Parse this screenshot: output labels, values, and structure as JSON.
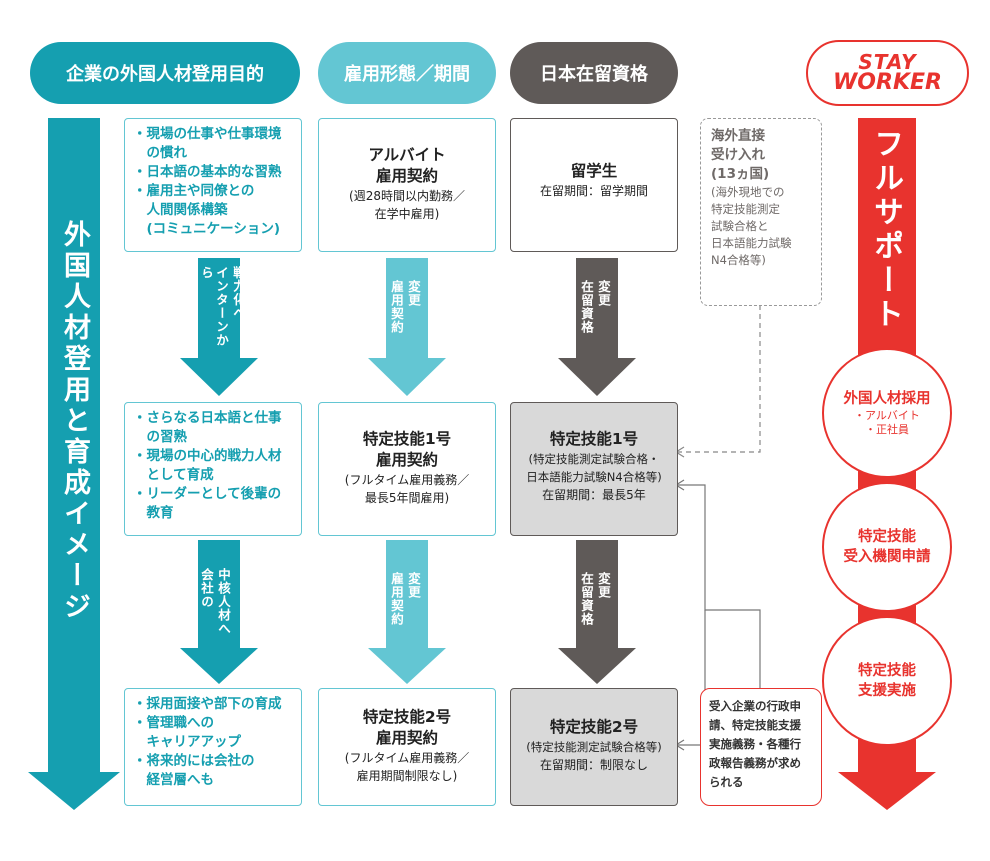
{
  "headers": {
    "purpose": "企業の外国人材登用目的",
    "employment": "雇用形態／期間",
    "visa": "日本在留資格"
  },
  "logo": {
    "line1": "STAY",
    "line2": "WORKER"
  },
  "left_arrow_text": "外国人材登用と育成イメージ",
  "right_arrow_text": "フルサポート",
  "purpose_boxes": [
    [
      "・現場の仕事や仕事環境",
      "　の慣れ",
      "・日本語の基本的な習熟",
      "・雇用主や同僚との",
      "　人間関係構築",
      "　(コミュニケーション)"
    ],
    [
      "・さらなる日本語と仕事",
      "　の習熟",
      "・現場の中心的戦力人材",
      "　として育成",
      "・リーダーとして後輩の",
      "　教育"
    ],
    [
      "・採用面接や部下の育成",
      "・管理職への",
      "　キャリアアップ",
      "・将来的には会社の",
      "　経営層へも"
    ]
  ],
  "purpose_arrows": [
    {
      "col1": "インターンから",
      "col2": "戦力化へ"
    },
    {
      "col1": "会社の",
      "col2": "中核人材へ"
    }
  ],
  "employment_boxes": [
    {
      "title1": "アルバイト",
      "title2": "雇用契約",
      "sub1": "(週28時間以内勤務／",
      "sub2": "在学中雇用)"
    },
    {
      "title1": "特定技能1号",
      "title2": "雇用契約",
      "sub1": "(フルタイム雇用義務／",
      "sub2": "最長5年間雇用)"
    },
    {
      "title1": "特定技能2号",
      "title2": "雇用契約",
      "sub1": "(フルタイム雇用義務／",
      "sub2": "雇用期間制限なし)"
    }
  ],
  "employment_arrows": [
    {
      "col1": "雇用契約",
      "col2": "変更"
    },
    {
      "col1": "雇用契約",
      "col2": "変更"
    }
  ],
  "visa_boxes": [
    {
      "title": "留学生",
      "sub1": "在留期間：留学期間",
      "sub2": ""
    },
    {
      "title": "特定技能1号",
      "sub1": "(特定技能測定試験合格・",
      "sub2": "日本語能力試験N4合格等)",
      "sub3": "在留期間：最長5年"
    },
    {
      "title": "特定技能2号",
      "sub1": "(特定技能測定試験合格等)",
      "sub2": "在留期間：制限なし"
    }
  ],
  "visa_arrows": [
    {
      "col1": "在留資格",
      "col2": "変更"
    },
    {
      "col1": "在留資格",
      "col2": "変更"
    }
  ],
  "overseas_box": {
    "title": [
      "海外直接",
      "受け入れ",
      "(13ヵ国)"
    ],
    "body": [
      "(海外現地での",
      "特定技能測定",
      "試験合格と",
      "日本語能力試験",
      "N4合格等)"
    ]
  },
  "note_box": [
    "受入企業の行政申",
    "請、特定技能支援",
    "実施義務・各種行",
    "政報告義務が求め",
    "られる"
  ],
  "support_circles": [
    {
      "title": "外国人材採用",
      "items": [
        "・アルバイト",
        "・正社員"
      ]
    },
    {
      "title": "特定技能\n受入機関申請",
      "lines": [
        "特定技能",
        "受入機関申請"
      ]
    },
    {
      "title": "特定技能\n支援実施",
      "lines": [
        "特定技能",
        "支援実施"
      ]
    }
  ],
  "colors": {
    "teal": "#159fb0",
    "light_teal": "#63c6d3",
    "dark_gray": "#5f5a58",
    "red": "#e8332e",
    "gray_box": "#d9d9d9"
  }
}
